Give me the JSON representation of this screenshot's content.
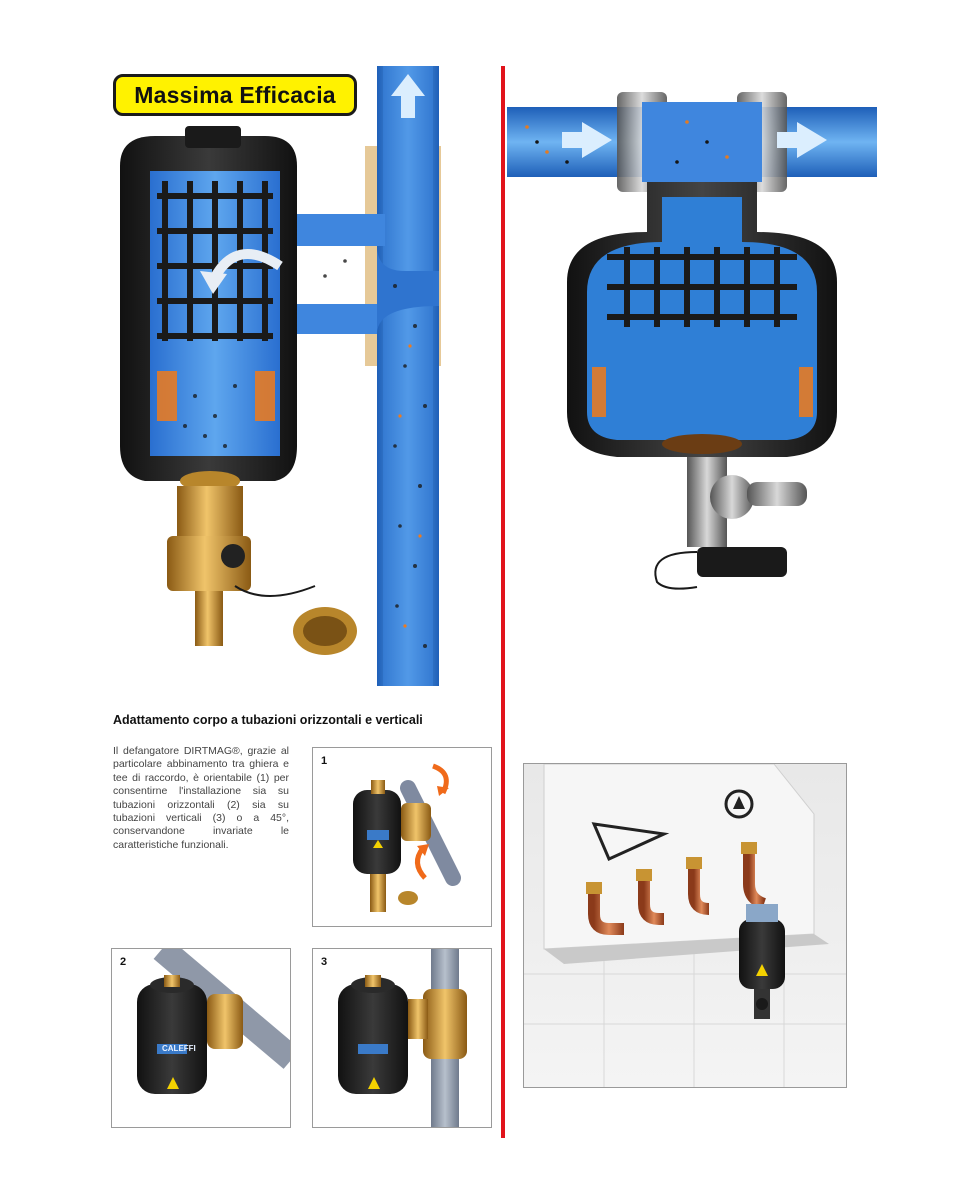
{
  "headline_badge": "Massima Efficacia",
  "section_title": "Adattamento corpo a tubazioni orizzontali e verticali",
  "description": "Il defangatore DIRTMAG®, grazie al particolare abbinamento tra ghiera e tee di raccordo, è orientabile (1) per consentirne l'installazione sia su tubazioni orizzontali (2) sia su tubazioni verticali (3) o a 45°, conservandone invariate le caratteristiche funzionali.",
  "panels": [
    {
      "number": "1"
    },
    {
      "number": "2"
    },
    {
      "number": "3"
    }
  ],
  "brand_label": "CALEFFI",
  "colors": {
    "divider_red": "#e1131b",
    "badge_yellow": "#fff200",
    "water_blue": "#2f7fd6",
    "brass": "#d6a24a",
    "body_black": "#1e1e1e"
  }
}
